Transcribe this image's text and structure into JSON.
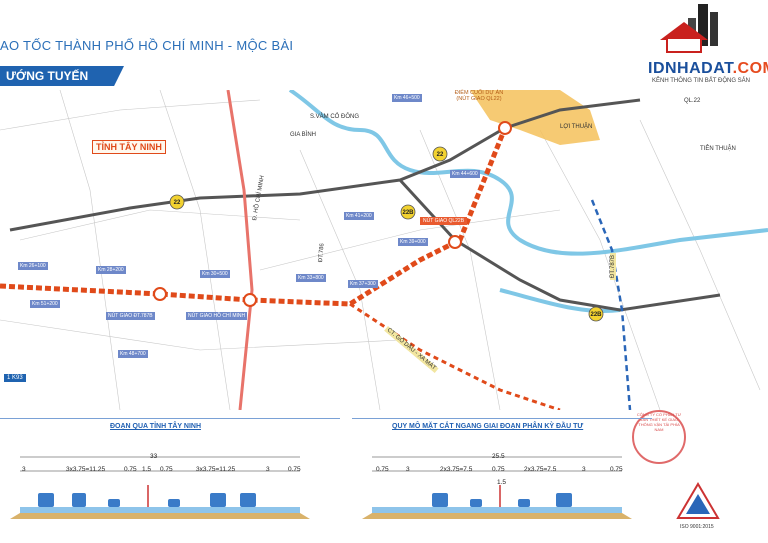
{
  "header": {
    "title": "AO TỐC THÀNH PHỐ HỒ CHÍ MINH - MỘC BÀI",
    "ribbon": "ƯỚNG TUYẾN"
  },
  "logo": {
    "brand_main": "IDNHADAT",
    "brand_suffix": ".COM",
    "tagline": "KÊNH THÔNG TIN BẤT ĐỘNG SẢN"
  },
  "map": {
    "province": "TỈNH TÂY NINH",
    "river": "S.VÀM CỎ ĐÔNG",
    "places": [
      "GIA BÌNH",
      "LỢI THUẬN",
      "TIÊN THUẬN"
    ],
    "end_project": "ĐIỂM CUỐI DỰ ÁN\n(NÚT GIAO QL22)",
    "junctions": [
      "NÚT GIAO ĐT.787B",
      "NÚT GIAO HỒ CHÍ MINH",
      "NÚT GIAO QL22B"
    ],
    "road_badges": [
      "22",
      "22",
      "22B",
      "22B"
    ],
    "road_names": [
      "Đ. HỒ CHÍ MINH",
      "ĐT.786",
      "ĐT.787B",
      "CT. GÒ DẦU - XA MÁT",
      "QL.22"
    ],
    "km_marker": "1 K93",
    "km_labels": [
      "Km 26+100",
      "Km 28+200",
      "Km 30+500",
      "Km 33+800",
      "Km 37+300",
      "Km 39+000",
      "Km 41+200",
      "Km 44+600",
      "Km 46+500",
      "Km 48+700",
      "Km 51+200"
    ]
  },
  "stamp": {
    "text": "CÔNG TY CỔ PHẦN TƯ VẤN THIẾT KẾ GIAO THÔNG VẬN TẢI PHÍA NAM"
  },
  "section_left": {
    "title": "ĐOẠN QUA TỈNH TÂY NINH",
    "total": "33",
    "dims": [
      "3",
      "3x3.75=11.25",
      "0.75",
      "1.5",
      "0.75",
      "3x3.75=11.25",
      "3",
      "0.75"
    ]
  },
  "section_right": {
    "title": "QUY MÔ MẶT CẮT NGANG GIAI ĐOẠN PHÂN KỲ ĐẦU TƯ",
    "total": "25.5",
    "dims": [
      "0.75",
      "3",
      "2x3.75=7.5",
      "0.75",
      "2x3.75=7.5",
      "3",
      "0.75",
      "1.5"
    ]
  },
  "cert": "ISO 9001:2015",
  "colors": {
    "accent": "#1f63b0",
    "route": "#e04a1a",
    "water": "#7fc7e6",
    "project_area": "#f4c15a"
  }
}
